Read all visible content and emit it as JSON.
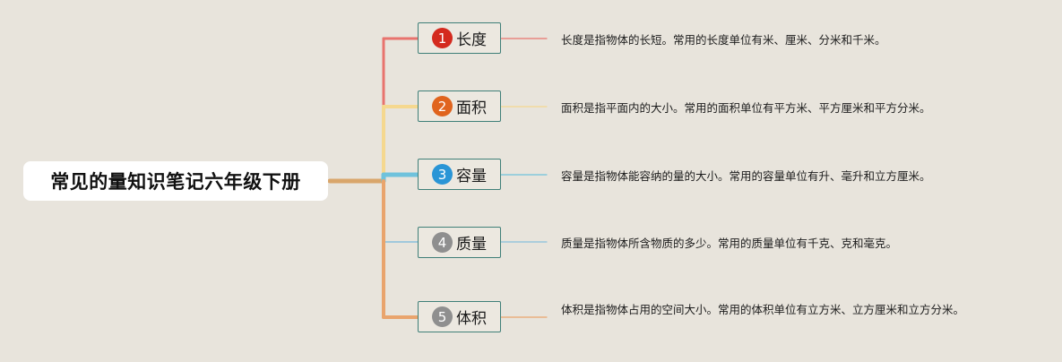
{
  "root": {
    "title": "常见的量知识笔记六年级下册"
  },
  "branches": [
    {
      "number": "1",
      "label": "长度",
      "color": "#e8736e",
      "badge_color": "#d42a1e",
      "description": "长度是指物体的长短。常用的长度单位有米、厘米、分米和千米。"
    },
    {
      "number": "2",
      "label": "面积",
      "color": "#f5d88f",
      "badge_color": "#e0641e",
      "description": "面积是指平面内的大小。常用的面积单位有平方米、平方厘米和平方分米。"
    },
    {
      "number": "3",
      "label": "容量",
      "color": "#6fc2dc",
      "badge_color": "#2a95d6",
      "description": "容量是指物体能容纳的量的大小。常用的容量单位有升、毫升和立方厘米。"
    },
    {
      "number": "4",
      "label": "质量",
      "color": "#88bfdc",
      "badge_color": "#8f8f8f",
      "description": "质量是指物体所含物质的多少。常用的质量单位有千克、克和毫克。"
    },
    {
      "number": "5",
      "label": "体积",
      "color": "#e9a46d",
      "badge_color": "#8f8f8f",
      "description": "体积是指物体占用的空间大小。常用的体积单位有立方米、立方厘米和立方分米。"
    }
  ],
  "colors": {
    "background": "#e8e4dc",
    "root_connector": "#d9a66b",
    "node_border": "#3f7f78"
  }
}
